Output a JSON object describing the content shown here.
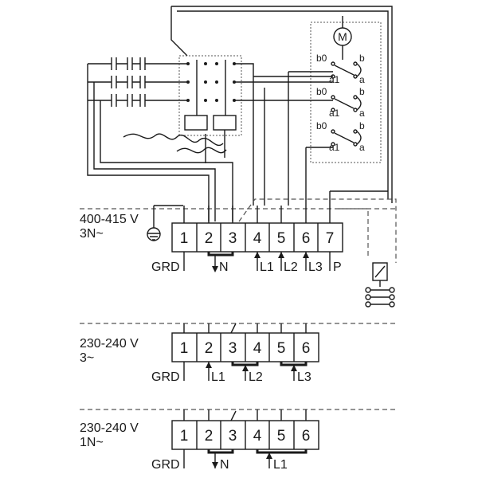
{
  "motor_label": "M",
  "contacts": [
    {
      "b0": "b0",
      "b": "b",
      "a1": "a1",
      "a": "a"
    },
    {
      "b0": "b0",
      "b": "b",
      "a1": "a1",
      "a": "a"
    },
    {
      "b0": "b0",
      "b": "b",
      "a1": "a1",
      "a": "a"
    }
  ],
  "config1": {
    "voltage": "400-415 V",
    "supply": "3N~",
    "ground": "GRD",
    "terminals": [
      "1",
      "2",
      "3",
      "4",
      "5",
      "6",
      "7"
    ],
    "conn_N": "N",
    "conn_L1": "L1",
    "conn_L2": "L2",
    "conn_L3": "L3",
    "conn_P": "P"
  },
  "config2": {
    "voltage": "230-240 V",
    "supply": "3~",
    "ground": "GRD",
    "terminals": [
      "1",
      "2",
      "3",
      "4",
      "5",
      "6"
    ],
    "conn_L1": "L1",
    "conn_L2": "L2",
    "conn_L3": "L3"
  },
  "config3": {
    "voltage": "230-240 V",
    "supply": "1N~",
    "ground": "GRD",
    "terminals": [
      "1",
      "2",
      "3",
      "4",
      "5",
      "6"
    ],
    "conn_N": "N",
    "conn_L1": "L1"
  }
}
